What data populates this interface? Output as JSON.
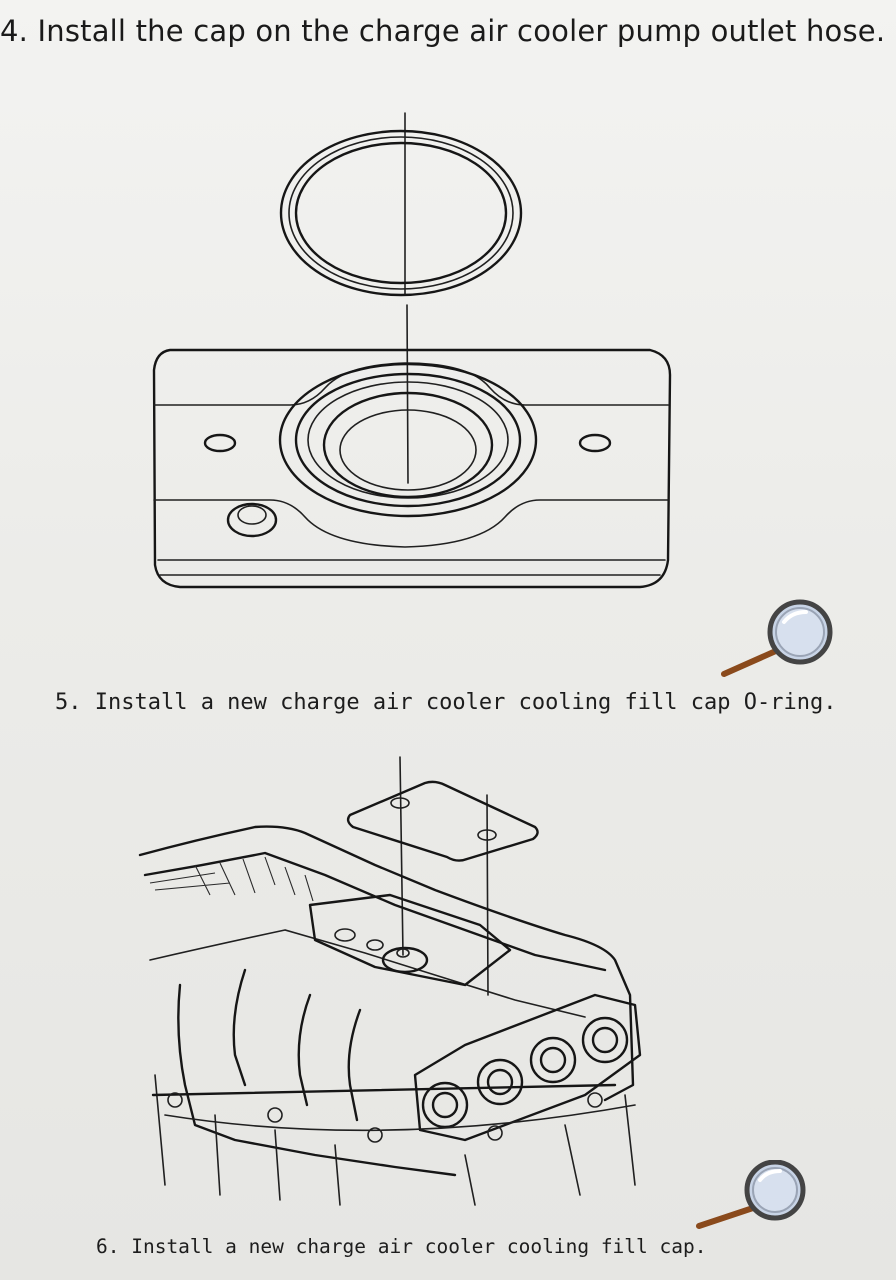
{
  "steps": {
    "step4": "4. Install the cap on the charge air cooler pump outlet hose.",
    "step5": "5. Install a new charge air cooler cooling fill cap O-ring.",
    "step6": "6. Install a new charge air cooler cooling fill cap."
  },
  "icons": {
    "zoom": "magnifier-icon"
  },
  "colors": {
    "line_art": "#161616",
    "magnifier_handle": "#8a4a1c",
    "magnifier_lens": "#c8d4e6"
  }
}
